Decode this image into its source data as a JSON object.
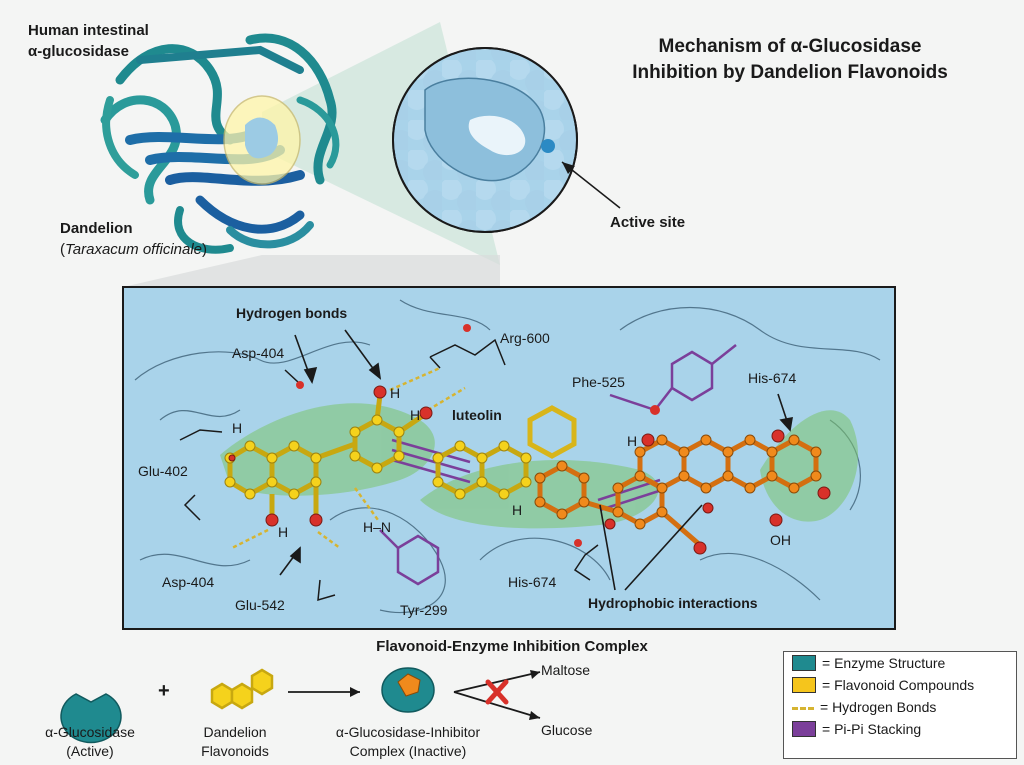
{
  "title": {
    "line1": "Mechanism of α-Glucosidase",
    "line2": "Inhibition by Dandelion Flavonoids"
  },
  "enzyme_label": {
    "line1": "Human intestinal",
    "line2": "α-glucosidase"
  },
  "dandelion_label": {
    "name": "Dandelion",
    "open": "(",
    "latin": "Taraxacum officinale",
    "close": ")"
  },
  "active_site_label": "Active site",
  "complex_labels": {
    "hydrogen_bonds": "Hydrogen bonds",
    "asp404_top": "Asp-404",
    "arg600": "Arg-600",
    "phe525": "Phe-525",
    "his674_top": "His-674",
    "luteolin": "luteolin",
    "glu402": "Glu-402",
    "asp404_bottom": "Asp-404",
    "glu542": "Glu-542",
    "tyr299": "Tyr-299",
    "his674_bottom": "His-674",
    "hydrophobic": "Hydrophobic interactions",
    "oh": "OH",
    "h": "H",
    "hn": "H–N"
  },
  "complex_caption": "Flavonoid-Enzyme Inhibition Complex",
  "scheme": {
    "enzyme_line1": "α-Glucosidase",
    "enzyme_line2": "(Active)",
    "plus": "+",
    "flav_line1": "Dandelion",
    "flav_line2": "Flavonoids",
    "complex_line1": "α-Glucosidase-Inhibitor",
    "complex_line2": "Complex (Inactive)",
    "maltose": "Maltose",
    "glucose": "Glucose"
  },
  "legend": [
    {
      "label": "= Enzyme Structure",
      "color": "#1f8a8f"
    },
    {
      "label": "= Flavonoid Compounds",
      "color": "#f5c51c"
    },
    {
      "label": "= Hydrogen Bonds",
      "color": "#d6b431"
    },
    {
      "label": "= Pi-Pi Stacking",
      "color": "#7b3f9a"
    }
  ],
  "colors": {
    "enzyme": "#1f8a8f",
    "surface": "#a9d3ea",
    "flavonoid_yellow": "#f5d21c",
    "flavonoid_orange": "#f08a1c",
    "oxygen": "#d8312a",
    "pi_stack": "#7b3f9a",
    "hydrophobic": "#7bc46b"
  }
}
